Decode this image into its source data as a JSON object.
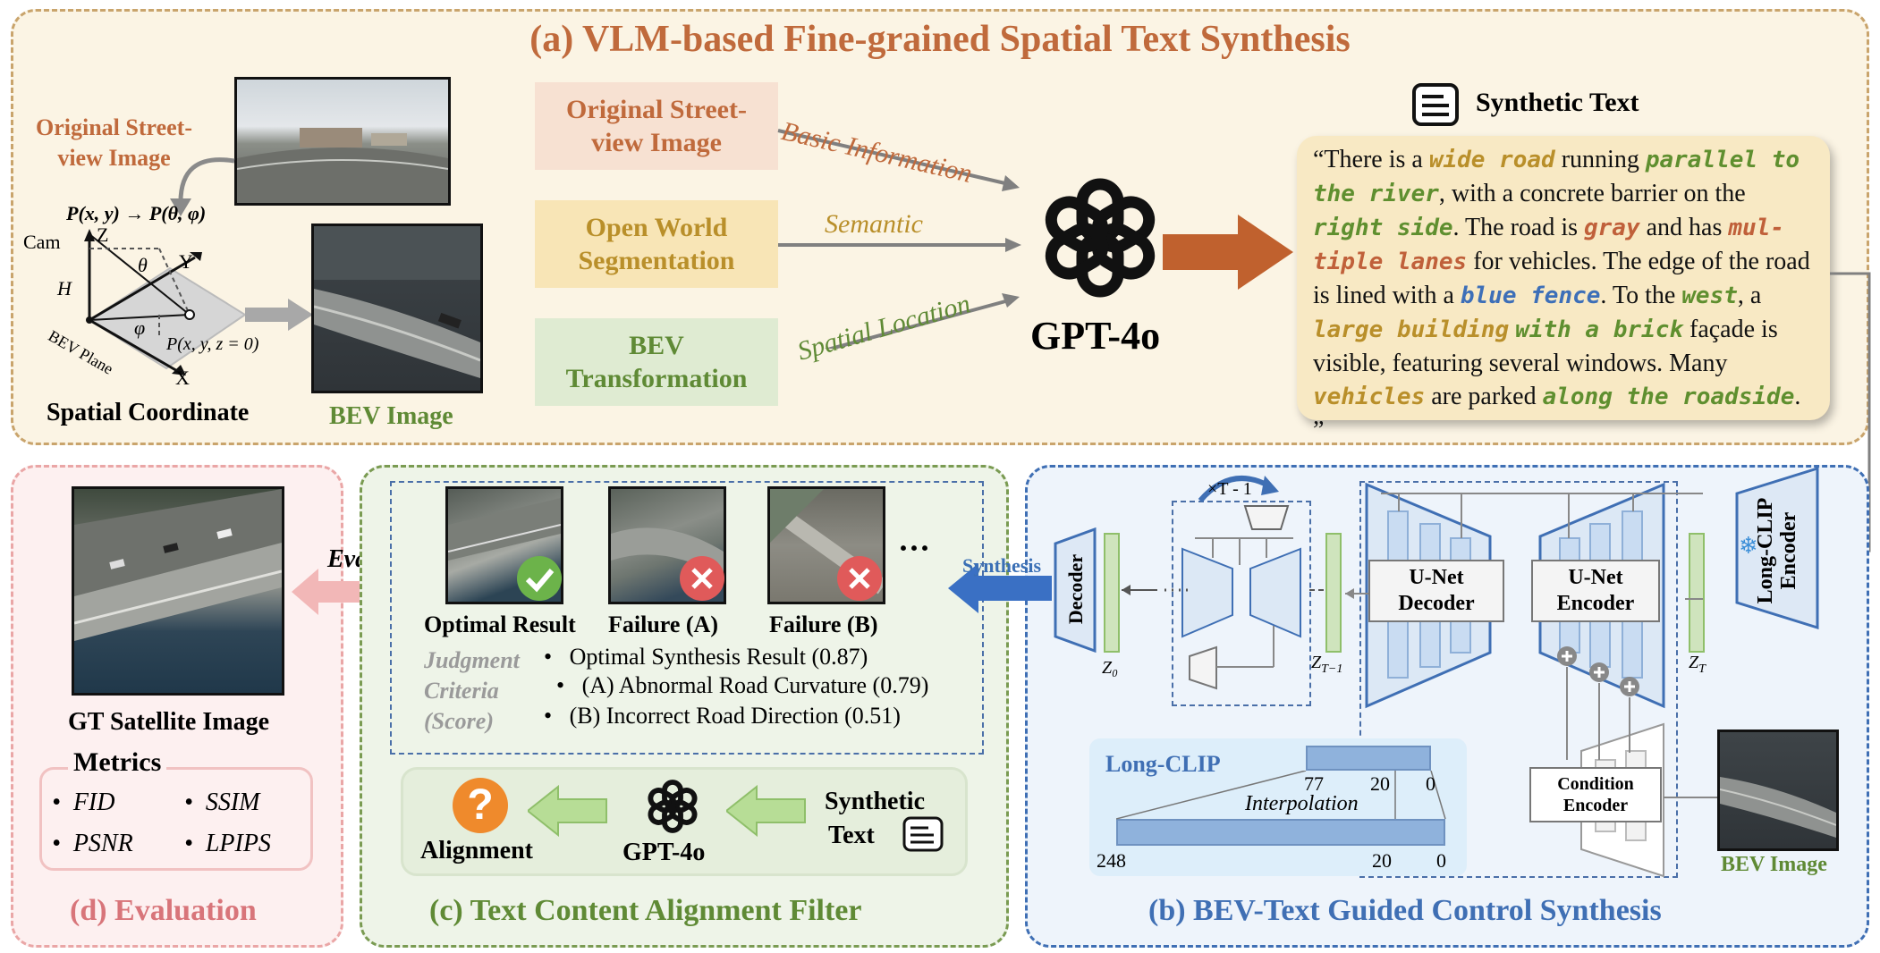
{
  "panel_a": {
    "title": "(a) VLM-based Fine-grained Spatial Text Synthesis",
    "street_label_line1": "Original Street-",
    "street_label_line2": "view Image",
    "projection_formula": "P(x, y) → P(θ, φ)",
    "axis_cam": "Cam",
    "axis_z": "Z",
    "axis_y": "Y",
    "axis_x": "X",
    "axis_h": "H",
    "angle_theta": "θ",
    "angle_phi": "φ",
    "bev_point": "P(x, y, z = 0)",
    "bev_plane": "BEV Plane",
    "spatial_coordinate": "Spatial Coordinate",
    "bev_image_label": "BEV Image",
    "src_street_line1": "Original Street-",
    "src_street_line2": "view Image",
    "src_seg_line1": "Open World",
    "src_seg_line2": "Segmentation",
    "src_bev_line1": "BEV",
    "src_bev_line2": "Transformation",
    "edge_basic": "Basic Information",
    "edge_semantic": "Semantic",
    "edge_spatial": "Spatial Location",
    "gpt_label": "GPT-4o",
    "synthetic_text_title": "Synthetic Text",
    "quote": {
      "t1": "“There is a ",
      "k1": "wide road",
      "t2": " running ",
      "k2": "parallel to the river",
      "t3": ", with a concrete barrier on the ",
      "k3": "right side",
      "t4": ". The road is ",
      "k4": "gray",
      "t5": " and has ",
      "k5": "mul-tiple lanes",
      "t6": " for vehicles. The edge of the road is lined with a ",
      "k6": "blue fence",
      "t7": ". To the ",
      "k7": "west",
      "t8": ", a ",
      "k8": "large building",
      "t9": " ",
      "k9": "with a brick",
      "t10": " façade is visible, featuring several windows. Many ",
      "k10": "vehicles",
      "t11": " are parked ",
      "k11": "along the roadside",
      "t12": ". ”"
    }
  },
  "panel_d": {
    "title": "(d) Evaluation",
    "gt_label": "GT Satellite Image",
    "metrics_title": "Metrics",
    "metrics": [
      "FID",
      "SSIM",
      "PSNR",
      "LPIPS"
    ],
    "eval_label": "Eval"
  },
  "panel_c": {
    "title": "(c) Text Content Alignment Filter",
    "results": [
      "Optimal Result",
      "Failure (A)",
      "Failure (B)"
    ],
    "ellipsis": "···",
    "judgment_line1": "Judgment",
    "judgment_line2": "Criteria",
    "judgment_line3": "(Score)",
    "criteria": [
      "Optimal Synthesis Result (0.87)",
      "(A) Abnormal Road Curvature (0.79)",
      "(B) Incorrect Road Direction (0.51)"
    ],
    "alignment_label": "Alignment",
    "gpt_label": "GPT-4o",
    "synthetic_text_line1": "Synthetic",
    "synthetic_text_line2": "Text",
    "question_mark": "?"
  },
  "panel_b": {
    "title": "(b) BEV-Text Guided Control Synthesis",
    "synthesis_label": "Synthesis",
    "decoder": "Decoder",
    "z0": "Z₀",
    "zt1": "Z_{T−1}",
    "zt": "Z_T",
    "loop": "×T - 1",
    "unet_decoder_line1": "U-Net",
    "unet_decoder_line2": "Decoder",
    "unet_encoder_line1": "U-Net",
    "unet_encoder_line2": "Encoder",
    "condition_encoder_line1": "Condition",
    "condition_encoder_line2": "Encoder",
    "long_clip_encoder_line1": "Long-CLIP",
    "long_clip_encoder_line2": "Encoder",
    "long_clip_label": "Long-CLIP",
    "interpolation": "Interpolation",
    "tick_77": "77",
    "tick_20a": "20",
    "tick_0a": "0",
    "tick_248": "248",
    "tick_20b": "20",
    "tick_0b": "0",
    "bev_image_label": "BEV Image"
  },
  "colors": {
    "orange_title": "#c06a3c",
    "green_title": "#5f8a35",
    "blue_title": "#3f6fb4",
    "pink_title": "#d8757a"
  }
}
